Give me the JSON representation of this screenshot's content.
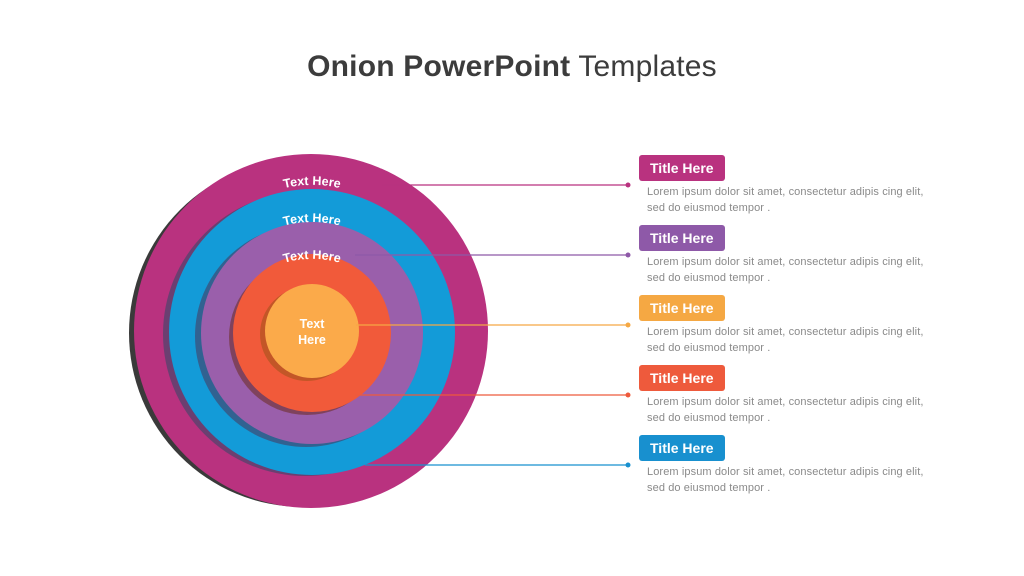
{
  "title": {
    "bold": "Onion PowerPoint",
    "light": "Templates"
  },
  "rings": [
    {
      "text": "Text Here",
      "color": "#B9327F"
    },
    {
      "text": "Text Here",
      "color": "#139BD8"
    },
    {
      "text": "Text Here",
      "color": "#9A5FAB"
    },
    {
      "text": "Text Here",
      "color": "#F15A3A"
    }
  ],
  "core": {
    "text_line1": "Text",
    "text_line2": "Here",
    "color": "#FBAA4A"
  },
  "items": [
    {
      "title": "Title Here",
      "color": "#B9327F",
      "desc_line1": "Lorem ipsum dolor sit amet, consectetur adipis cing elit,",
      "desc_line2": "sed do eiusmod tempor ."
    },
    {
      "title": "Title Here",
      "color": "#8E59A8",
      "desc_line1": "Lorem ipsum dolor sit amet, consectetur adipis cing elit,",
      "desc_line2": "sed do eiusmod tempor ."
    },
    {
      "title": "Title Here",
      "color": "#F5A843",
      "desc_line1": "Lorem ipsum dolor sit amet, consectetur adipis cing elit,",
      "desc_line2": "sed do eiusmod tempor ."
    },
    {
      "title": "Title Here",
      "color": "#EE5A3C",
      "desc_line1": "Lorem ipsum dolor sit amet, consectetur adipis cing elit,",
      "desc_line2": "sed do eiusmod tempor ."
    },
    {
      "title": "Title Here",
      "color": "#1890CF",
      "desc_line1": "Lorem ipsum dolor sit amet, consectetur adipis cing elit,",
      "desc_line2": "sed do eiusmod tempor ."
    }
  ]
}
